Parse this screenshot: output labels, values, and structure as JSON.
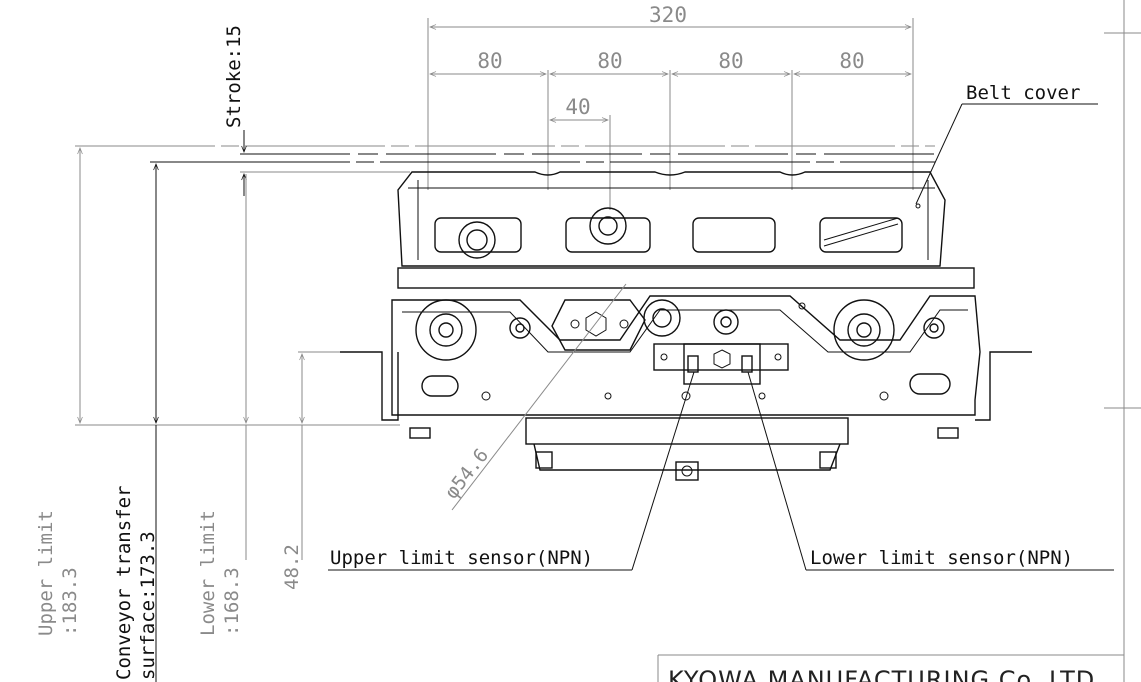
{
  "dimensions": {
    "overall": "320",
    "pitches": [
      "80",
      "80",
      "80",
      "80"
    ],
    "offset": "40",
    "stroke": "Stroke:15",
    "diameter": "φ54.6",
    "bracket_height": "48.2"
  },
  "vertical_labels": {
    "upper_limit": [
      "Upper limit",
      ":183.3"
    ],
    "conveyor_surface": [
      "Conveyor transfer",
      "surface:173.3"
    ],
    "lower_limit": [
      "Lower limit",
      ":168.3"
    ]
  },
  "callouts": {
    "belt_cover": "Belt cover",
    "upper_sensor": "Upper limit sensor(NPN)",
    "lower_sensor": "Lower limit sensor(NPN)"
  },
  "title_block": {
    "company": "KYOWA MANUFACTURING Co.,LTD."
  },
  "colors": {
    "line": "#111111",
    "dimension": "#8a8a8a",
    "background": "#ffffff"
  }
}
